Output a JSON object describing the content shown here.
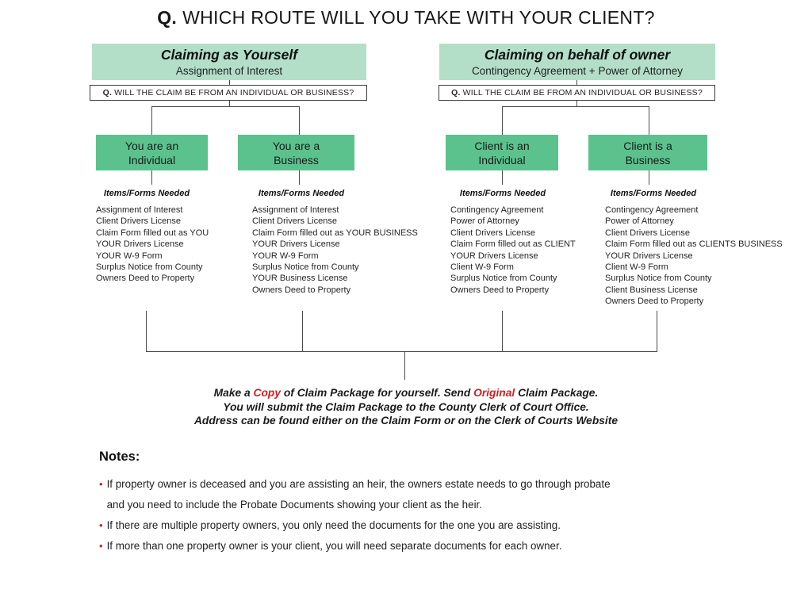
{
  "colors": {
    "header_green": "#b3dfc9",
    "box_green": "#5bc28e",
    "accent_red": "#cc2127"
  },
  "title": {
    "prefix": "Q.",
    "text": "WHICH ROUTE WILL YOU TAKE WITH YOUR CLIENT?"
  },
  "branches": [
    {
      "title": "Claiming as Yourself",
      "subtitle": "Assignment of Interest",
      "question_prefix": "Q.",
      "question": "WILL THE CLAIM BE FROM AN INDIVIDUAL OR BUSINESS?",
      "options": [
        {
          "label_line1": "You are an",
          "label_line2": "Individual",
          "items_title": "Items/Forms Needed",
          "items": [
            "Assignment of Interest",
            "Client Drivers License",
            "Claim Form filled out as YOU",
            "YOUR Drivers License",
            "YOUR W-9 Form",
            "Surplus Notice from County",
            "Owners Deed to Property"
          ]
        },
        {
          "label_line1": "You are a",
          "label_line2": "Business",
          "items_title": "Items/Forms Needed",
          "items": [
            "Assignment of Interest",
            "Client Drivers License",
            "Claim Form filled out as YOUR BUSINESS",
            "YOUR Drivers License",
            "YOUR W-9 Form",
            "Surplus Notice from County",
            "YOUR Business License",
            "Owners Deed to Property"
          ]
        }
      ]
    },
    {
      "title": "Claiming on behalf of owner",
      "subtitle": "Contingency Agreement + Power of Attorney",
      "question_prefix": "Q.",
      "question": "WILL THE CLAIM BE FROM AN INDIVIDUAL OR BUSINESS?",
      "options": [
        {
          "label_line1": "Client is an",
          "label_line2": "Individual",
          "items_title": "Items/Forms Needed",
          "items": [
            "Contingency Agreement",
            "Power of Attorney",
            "Client Drivers License",
            "Claim Form filled out as CLIENT",
            "YOUR Drivers License",
            "Client W-9 Form",
            "Surplus Notice from County",
            "Owners Deed to Property"
          ]
        },
        {
          "label_line1": "Client is a",
          "label_line2": "Business",
          "items_title": "Items/Forms Needed",
          "items": [
            "Contingency Agreement",
            "Power of Attorney",
            "Client Drivers License",
            "Claim Form filled out as CLIENTS BUSINESS",
            "YOUR Drivers License",
            "Client W-9 Form",
            "Surplus Notice from County",
            "Client Business License",
            "Owners Deed to Property"
          ]
        }
      ]
    }
  ],
  "summary": {
    "line1_part1": "Make a ",
    "line1_red1": "Copy",
    "line1_part2": " of Claim Package for yourself. Send ",
    "line1_red2": "Original",
    "line1_part3": " Claim Package.",
    "line2": "You will submit the Claim Package to the County Clerk of Court Office.",
    "line3": "Address can be found either on the Claim Form or on the Clerk of Courts Website"
  },
  "notes": {
    "heading": "Notes:",
    "bullet_char": "•",
    "bullets": [
      {
        "lines": [
          "If property owner is deceased and you are assisting an heir, the owners estate needs to go through probate",
          "and you need to include the Probate Documents showing your client as the heir."
        ]
      },
      {
        "lines": [
          "If there are multiple property owners, you only need the documents for the one you are assisting."
        ]
      },
      {
        "lines": [
          "If more than one property owner is your client, you will need separate documents for each owner."
        ]
      }
    ]
  }
}
